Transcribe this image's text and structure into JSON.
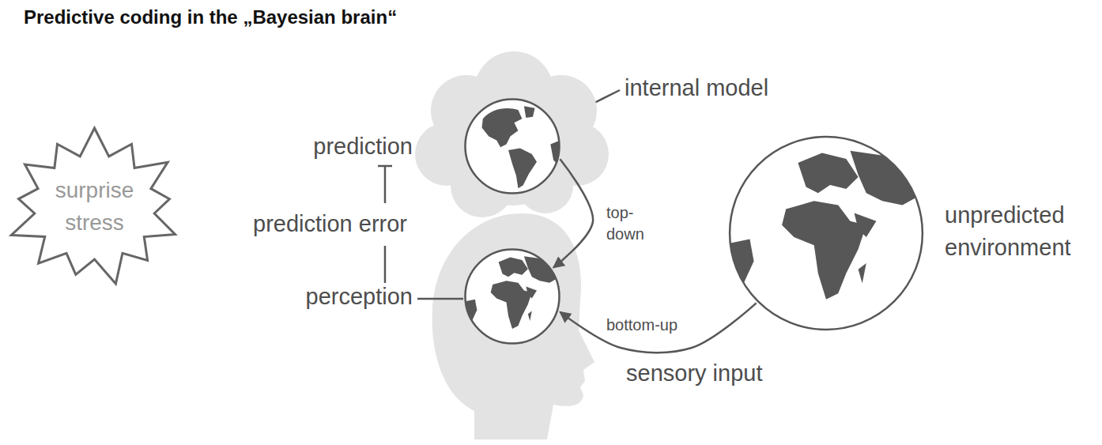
{
  "diagram": {
    "title": "Predictive coding in the „Bayesian brain“",
    "nodes": [
      {
        "text": [
          "surprise stress"
        ]
      },
      {
        "text": [
          "internal model"
        ]
      },
      {
        "text": [
          "prediction"
        ],
        "in": 1
      },
      {
        "text": [
          "perception"
        ]
      },
      {
        "text": [
          "unpredicted environment"
        ]
      }
    ],
    "edges": [
      {
        "from": 2,
        "to": 3,
        "arrow": "to",
        "label": "top-down"
      },
      {
        "from": 4,
        "to": 3,
        "arrow": "to",
        "label": "bottom-up"
      }
    ],
    "labels": [
      "prediction error",
      "sensory input"
    ]
  }
}
